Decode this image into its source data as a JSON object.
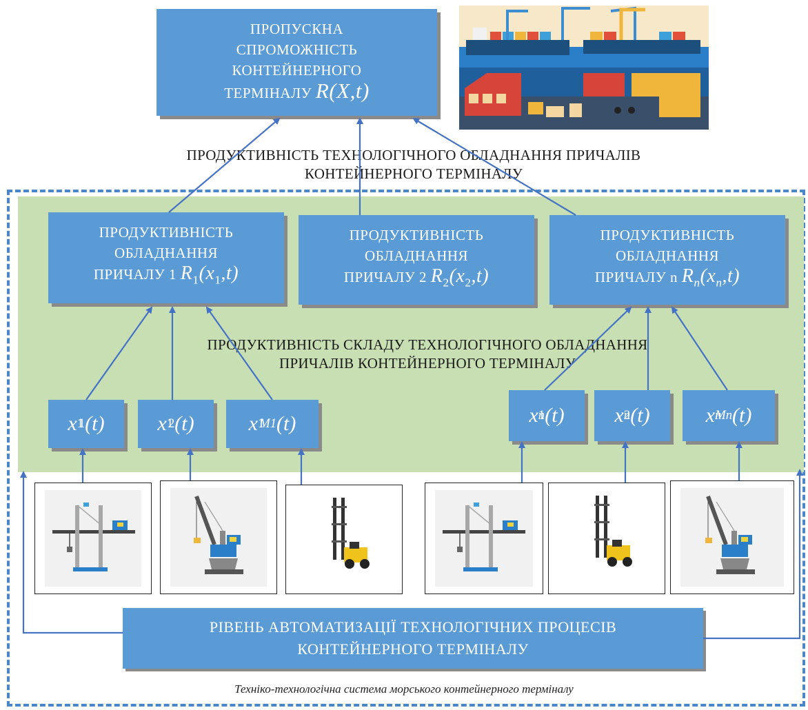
{
  "top_box": {
    "lines": [
      "ПРОПУСКНА",
      "СПРОМОЖНІСТЬ",
      "КОНТЕЙНЕРНОГО"
    ],
    "last_line_prefix": "ТЕРМІНАЛУ",
    "formula": "R(X,t)"
  },
  "equipment_label": {
    "line1": "ПРОДУКТИВНІСТЬ ТЕХНОЛОГІЧНОГО ОБЛАДНАННЯ ПРИЧАЛІВ",
    "line2": "КОНТЕЙНЕРНОГО ТЕРМІНАЛУ"
  },
  "berths": [
    {
      "line1": "ПРОДУКТИВНІСТЬ",
      "line2": "ОБЛАДНАННЯ",
      "line3": "ПРИЧАЛУ 1",
      "formula": "R1(x1,t)"
    },
    {
      "line1": "ПРОДУКТИВНІСТЬ",
      "line2": "ОБЛАДНАННЯ",
      "line3": "ПРИЧАЛУ 2",
      "formula": "R2(x2,t)"
    },
    {
      "line1": "ПРОДУКТИВНІСТЬ",
      "line2": "ОБЛАДНАННЯ",
      "line3": "ПРИЧАЛУ n",
      "formula": "Rn(xn,t)"
    }
  ],
  "composition_label": {
    "line1": "ПРОДУКТИВНІСТЬ СКЛАДУ ТЕХНОЛОГІЧНОГО ОБЛАДНАННЯ",
    "line2": "ПРИЧАЛІВ КОНТЕЙНЕРНОГО ТЕРМІНАЛУ"
  },
  "variables": [
    "x1^1(t)",
    "x1^2(t)",
    "x1^M1(t)",
    "xn^1(t)",
    "xn^2(t)",
    "xn^Mn(t)"
  ],
  "equipment_icons": [
    "gantry-crane-icon",
    "portal-crane-icon",
    "reach-stacker-icon",
    "gantry-crane-icon",
    "reach-stacker-icon",
    "portal-crane-icon"
  ],
  "automation_box": {
    "line1": "РІВЕНЬ АВТОМАТИЗАЦІЇ ТЕХНОЛОГІЧНИХ ПРОЦЕСІВ",
    "line2": "КОНТЕЙНЕРНОГО ТЕРМІНАЛУ"
  },
  "system_caption": "Техніко-технологічна система морського контейнерного терміналу",
  "colors": {
    "box_blue": "#5b9bd5",
    "arrow_blue": "#4472c4",
    "panel_green": "#c8dfb4",
    "dash_blue": "#4a86c8"
  }
}
